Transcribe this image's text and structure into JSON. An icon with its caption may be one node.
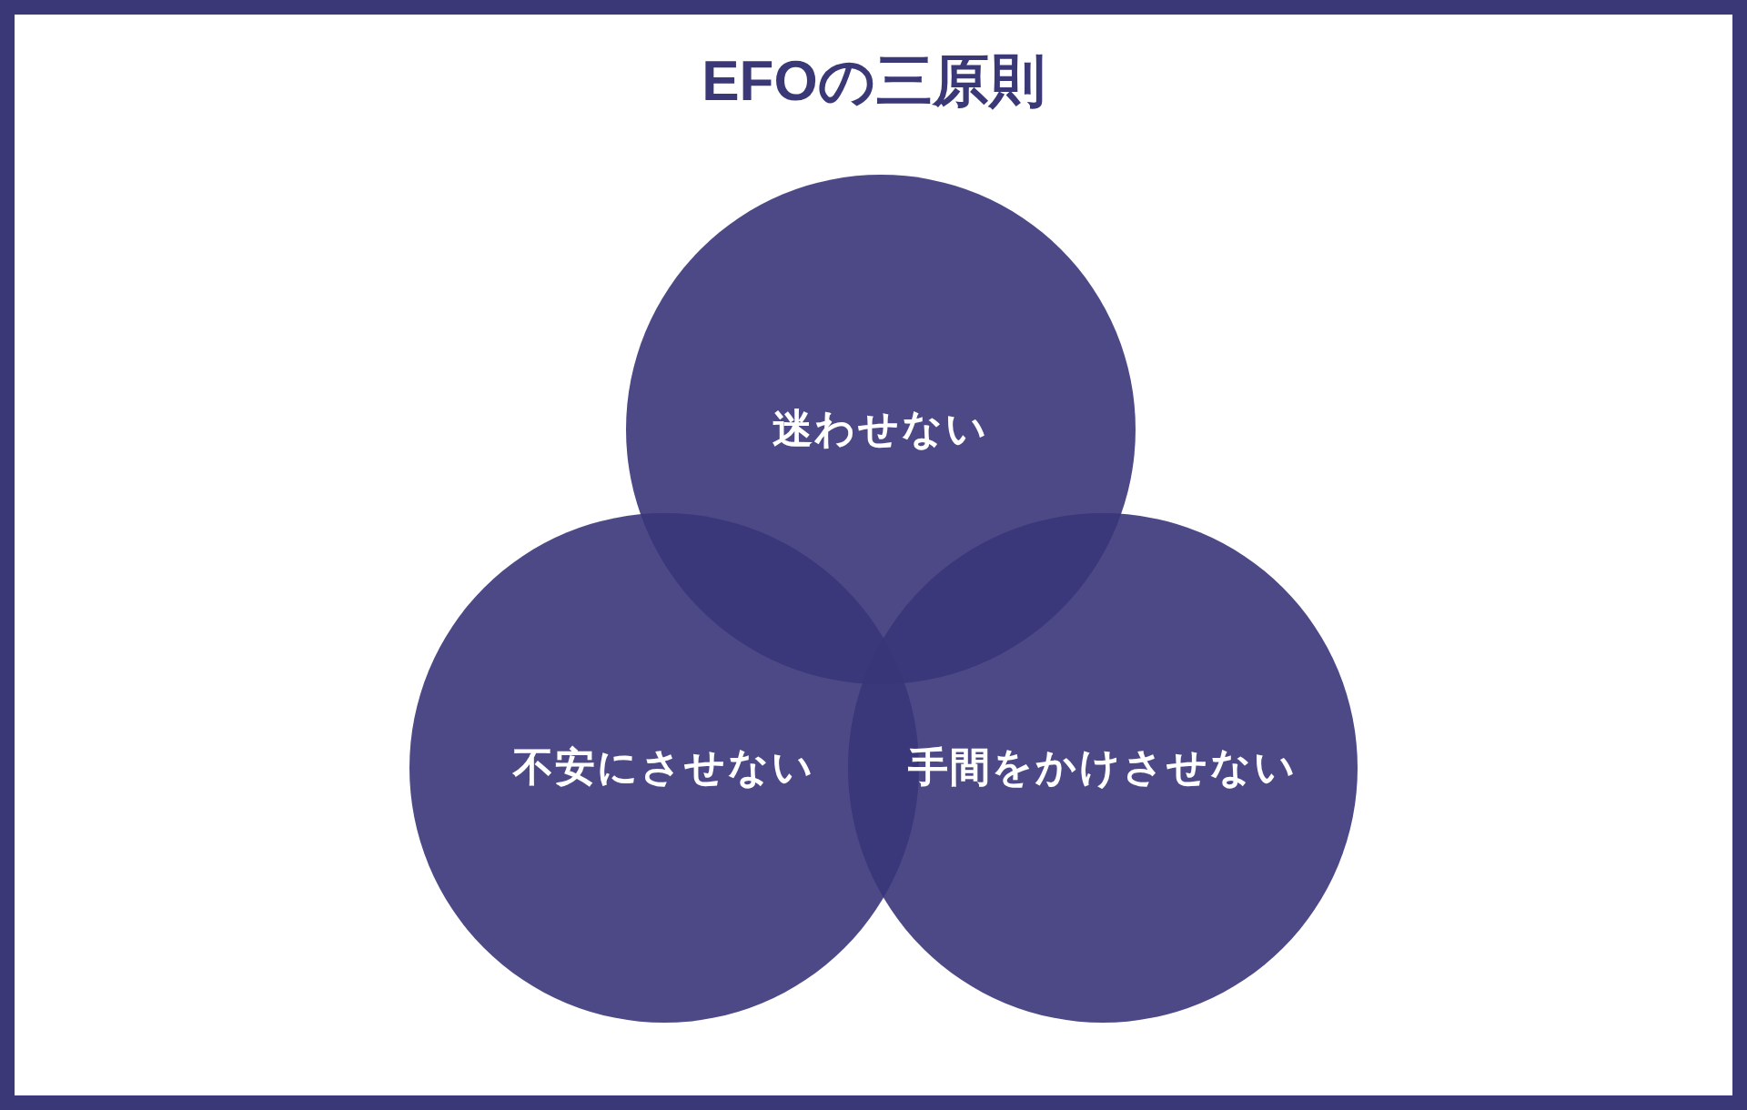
{
  "diagram": {
    "title": "EFOの三原則",
    "nodes": [
      {
        "text": [
          "迷わせない"
        ]
      },
      {
        "text": [
          "不安にさせない"
        ]
      },
      {
        "text": [
          "手間をかけさせない"
        ]
      }
    ]
  }
}
